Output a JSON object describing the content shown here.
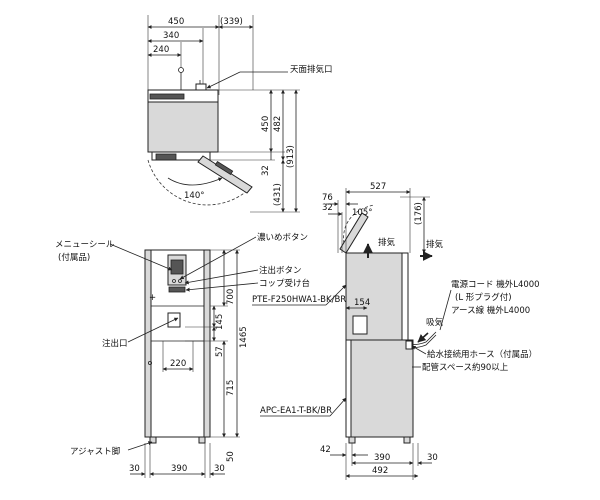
{
  "top_view": {
    "dims": {
      "w450": "450",
      "w339": "(339)",
      "w340": "340",
      "w240": "240",
      "h450": "450",
      "h482": "482",
      "h913": "(913)",
      "h32": "32",
      "h431": "(431)",
      "angle": "140°"
    },
    "labels": {
      "top_exhaust": "天面排気口"
    }
  },
  "front_view": {
    "labels": {
      "menu_seal": "メニューシール",
      "menu_seal_note": "(付属品)",
      "strong_button": "濃いめボタン",
      "pour_button": "注出ボタン",
      "cup_holder": "コップ受け台",
      "model_upper": "PTE-F250HWA1-BK/BR",
      "spout": "注出口",
      "adjuster": "アジャスト脚"
    },
    "dims": {
      "d700": "700",
      "d1465": "1465",
      "d145": "145",
      "d57": "57",
      "d715": "715",
      "d220": "220",
      "d50": "50",
      "d30a": "30",
      "d390": "390",
      "d30b": "30"
    }
  },
  "side_view": {
    "dims": {
      "d527": "527",
      "d76": "76",
      "d32": "32",
      "d105": "105°",
      "d176": "(176)",
      "d154": "154",
      "d42": "42",
      "d390": "390",
      "d30": "30",
      "d492": "492"
    },
    "labels": {
      "exhaust1": "排気",
      "exhaust2": "排気",
      "intake": "吸気",
      "power_cord": "電源コード 機外L4000",
      "plug_note": "(L 形プラグ付)",
      "earth_wire": "アース線 機外L4000",
      "water_hose": "給水接続用ホース（付属品）",
      "piping_space": "配管スペース約90以上",
      "model_lower": "APC-EA1-T-BK/BR"
    }
  }
}
